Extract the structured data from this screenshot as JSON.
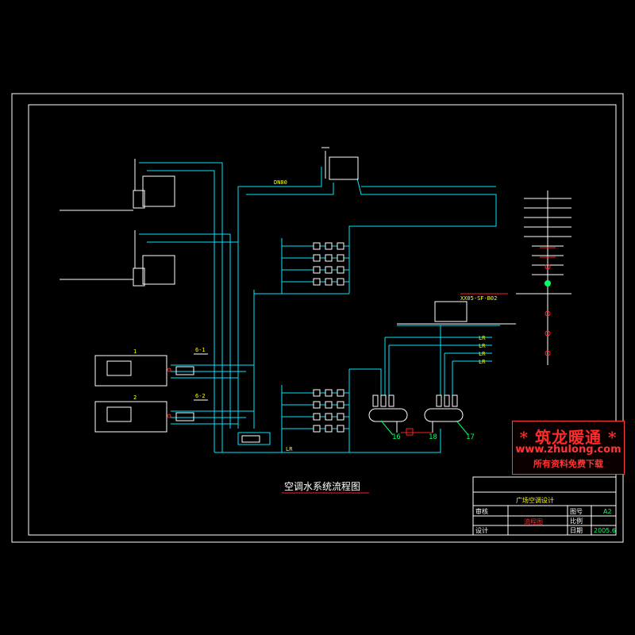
{
  "drawing": {
    "title": "空调水系统流程图",
    "labels": {
      "chiller1": "1",
      "chiller2": "2",
      "item6_1": "6-1",
      "item6_2": "6-2",
      "lr1": "LR",
      "lr2": "LR",
      "lr3": "LR",
      "lr4": "LR",
      "lr_bottom": "LR",
      "item16": "16",
      "item17": "17",
      "item18": "18",
      "dn_top": "DN80",
      "coolingtower": "XX05-SF-B02"
    }
  },
  "title_block": {
    "project": "广场空调设计",
    "row1_label": "图号",
    "row1_value": "A2",
    "row2_label": "比例",
    "row3_label": "日期",
    "row3_value": "2005.6",
    "drawing_name": "流程图",
    "side1": "审核",
    "side2": "设计"
  },
  "watermark": {
    "title": "* 筑龙暖通 *",
    "url": "www.zhulong.com",
    "sub": "所有资料免费下载"
  },
  "colors": {
    "frame": "#ffffff",
    "pipe": "#00e5ff",
    "equipment": "#ffffff",
    "text_yellow": "#ffff00",
    "text_red": "#ff3030",
    "text_green": "#00ff66",
    "valve_red": "#ff2020"
  }
}
